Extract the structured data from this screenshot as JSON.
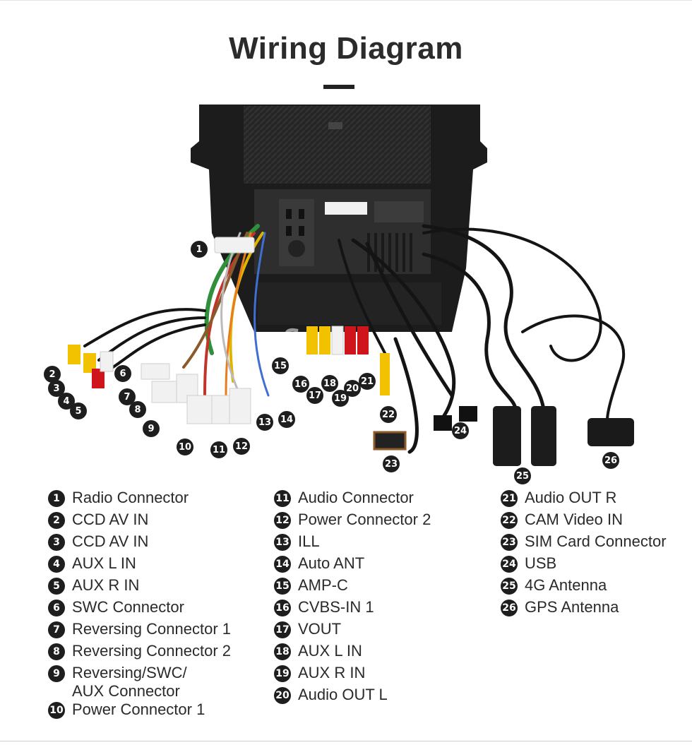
{
  "title": "Wiring Diagram",
  "watermark": "Seicane",
  "callouts": [
    "1",
    "2",
    "3",
    "4",
    "5",
    "6",
    "7",
    "8",
    "9",
    "10",
    "11",
    "12",
    "13",
    "14",
    "15",
    "16",
    "17",
    "18",
    "19",
    "20",
    "21",
    "22",
    "23",
    "24",
    "25",
    "26"
  ],
  "legend": {
    "col1": [
      {
        "num": "1",
        "label": "Radio Connector"
      },
      {
        "num": "2",
        "label": "CCD AV IN"
      },
      {
        "num": "3",
        "label": "CCD AV IN"
      },
      {
        "num": "4",
        "label": "AUX L IN"
      },
      {
        "num": "5",
        "label": "AUX R IN"
      },
      {
        "num": "6",
        "label": "SWC Connector"
      },
      {
        "num": "7",
        "label": "Reversing Connector 1"
      },
      {
        "num": "8",
        "label": "Reversing Connector 2"
      },
      {
        "num": "9",
        "label": "Reversing/SWC/\nAUX Connector"
      },
      {
        "num": "10",
        "label": "Power Connector 1"
      }
    ],
    "col2": [
      {
        "num": "11",
        "label": "Audio Connector"
      },
      {
        "num": "12",
        "label": "Power Connector 2"
      },
      {
        "num": "13",
        "label": "ILL"
      },
      {
        "num": "14",
        "label": "Auto ANT"
      },
      {
        "num": "15",
        "label": "AMP-C"
      },
      {
        "num": "16",
        "label": "CVBS-IN 1"
      },
      {
        "num": "17",
        "label": "VOUT"
      },
      {
        "num": "18",
        "label": "AUX L IN"
      },
      {
        "num": "19",
        "label": "AUX R IN"
      },
      {
        "num": "20",
        "label": "Audio OUT L"
      }
    ],
    "col3": [
      {
        "num": "21",
        "label": "Audio OUT R"
      },
      {
        "num": "22",
        "label": "CAM Video IN"
      },
      {
        "num": "23",
        "label": "SIM Card Connector"
      },
      {
        "num": "24",
        "label": "USB"
      },
      {
        "num": "25",
        "label": "4G Antenna"
      },
      {
        "num": "26",
        "label": "GPS Antenna"
      }
    ]
  },
  "colors": {
    "unit": "#1c1c1c",
    "unit_panel": "#2c2c2c",
    "yellow_rca": "#f2c200",
    "red_rca": "#d0141c",
    "white_plug": "#f1f1f1",
    "callout_fill": "#1e1e1e"
  }
}
